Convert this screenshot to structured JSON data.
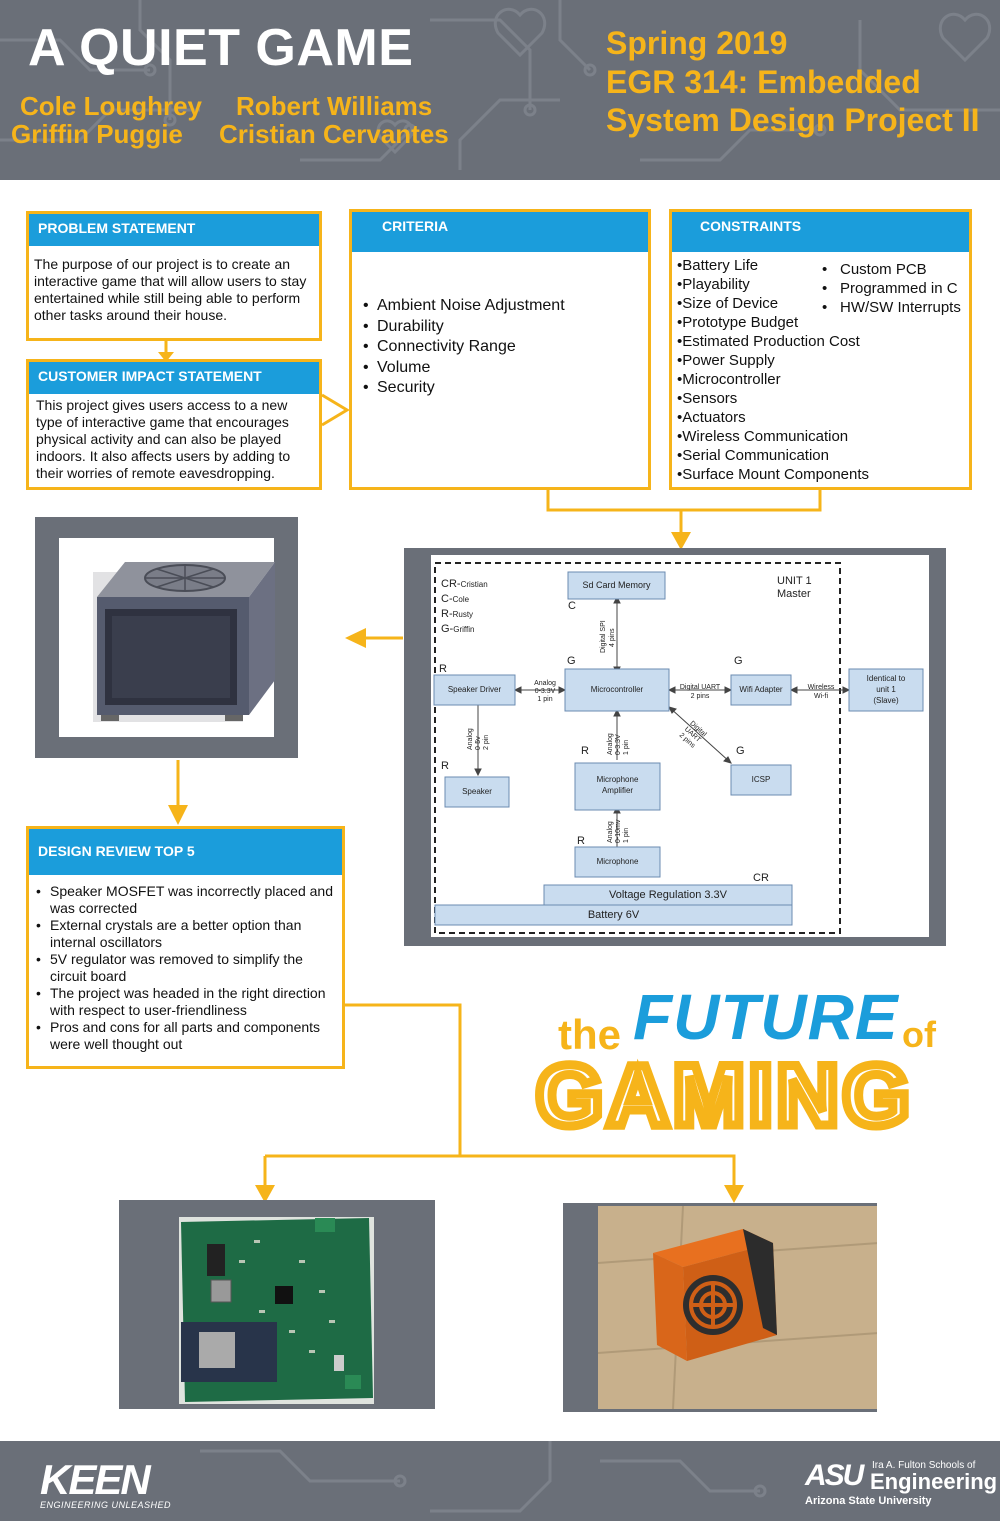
{
  "header": {
    "title": "A QUIET GAME",
    "authors": [
      "Cole Loughrey",
      "Robert Williams",
      "Griffin Puggie",
      "Cristian Cervantes"
    ],
    "course_lines": [
      "Spring 2019",
      "EGR 314: Embedded",
      "System Design Project II"
    ]
  },
  "problem": {
    "heading": "PROBLEM STATEMENT",
    "lines": [
      "The purpose of our project is to create an",
      "interactive game that will allow users to stay",
      "entertained while still being able to perform",
      "other tasks around their house."
    ]
  },
  "impact": {
    "heading": "CUSTOMER IMPACT STATEMENT",
    "lines": [
      "This project gives users access to a new",
      "type of interactive game that encourages",
      "physical activity and can also be played",
      "indoors. It also affects users by adding to",
      "their worries of remote eavesdropping."
    ]
  },
  "criteria": {
    "heading": "CRITERIA",
    "items": [
      "Ambient Noise Adjustment",
      "Durability",
      "Connectivity Range",
      "Volume",
      "Security"
    ]
  },
  "constraints": {
    "heading": "CONSTRAINTS",
    "left": [
      "•Battery Life",
      "•Playability",
      "•Size of Device",
      "•Prototype Budget",
      "•Estimated Production Cost",
      "•Power Supply",
      "•Microcontroller",
      "•Sensors",
      "•Actuators",
      "•Wireless Communication",
      "•Serial Communication",
      "•Surface Mount Components"
    ],
    "right": [
      "Custom PCB",
      "Programmed in C",
      "HW/SW Interrupts"
    ]
  },
  "design_review": {
    "heading": "DESIGN REVIEW TOP 5",
    "items": [
      [
        "Speaker MOSFET was incorrectly placed and",
        "was corrected"
      ],
      [
        "External crystals are a better option than",
        "internal oscillators"
      ],
      [
        "5V regulator was removed to simplify the",
        "circuit board"
      ],
      [
        "The project was headed in the right direction",
        "with respect to user-friendliness"
      ],
      [
        "Pros and cons for all parts and components",
        "were well thought out"
      ]
    ]
  },
  "block_diagram": {
    "legend": [
      [
        "CR-",
        "Cristian"
      ],
      [
        "C-",
        "Cole"
      ],
      [
        "R-",
        "Rusty"
      ],
      [
        "G-",
        "Griffin"
      ]
    ],
    "unit_label": [
      "UNIT 1",
      "Master"
    ],
    "blocks": {
      "sd": "Sd Card Memory",
      "mcu": "Microcontroller",
      "speaker_driver": "Speaker Driver",
      "speaker": "Speaker",
      "wifi": "Wifi Adapter",
      "slave": [
        "Identical to",
        "unit 1",
        "(Slave)"
      ],
      "icsp": "ICSP",
      "mic_amp": [
        "Microphone",
        "Amplifier"
      ],
      "mic": "Microphone",
      "vreg": "Voltage Regulation 3.3V",
      "battery": "Battery 6V"
    },
    "owners": {
      "sd": "C",
      "mcu": "G",
      "wifi": "G",
      "spk_drv": "R",
      "spk": "R",
      "mic_amp": "R",
      "icsp": "G",
      "mic": "R",
      "vreg": "CR"
    },
    "links": {
      "sd_mcu": [
        "Digital SPI",
        "4 pins"
      ],
      "drv_mcu": [
        "Analog",
        "0-3.3V",
        "1 pin"
      ],
      "mcu_wifi": [
        "Digital UART",
        "2 pins"
      ],
      "wifi_slave": [
        "Wireless",
        "Wi-fi"
      ],
      "drv_spk": [
        "Analog",
        "0-5v",
        "2 pin"
      ],
      "amp_mcu": [
        "Analog",
        "0-3.3V",
        "1 pin"
      ],
      "mcu_icsp": [
        "Digital",
        "UART",
        "2 pins"
      ],
      "mic_amp": [
        "Analog",
        "0-10mv",
        "1 pin"
      ]
    }
  },
  "future": {
    "the": "the",
    "future": "FUTURE",
    "of": "of",
    "gaming": "GAMING"
  },
  "footer": {
    "keen": "KEEN",
    "keen_tagline": "ENGINEERING UNLEASHED",
    "asu_mark": "ASU",
    "asu_line1": "Ira A. Fulton Schools of",
    "asu_line2": "Engineering",
    "asu_line3": "Arizona State University"
  },
  "colors": {
    "accent": "#f6b41a",
    "header_blue": "#1b9ddb",
    "frame_gray": "#6a6f78"
  }
}
